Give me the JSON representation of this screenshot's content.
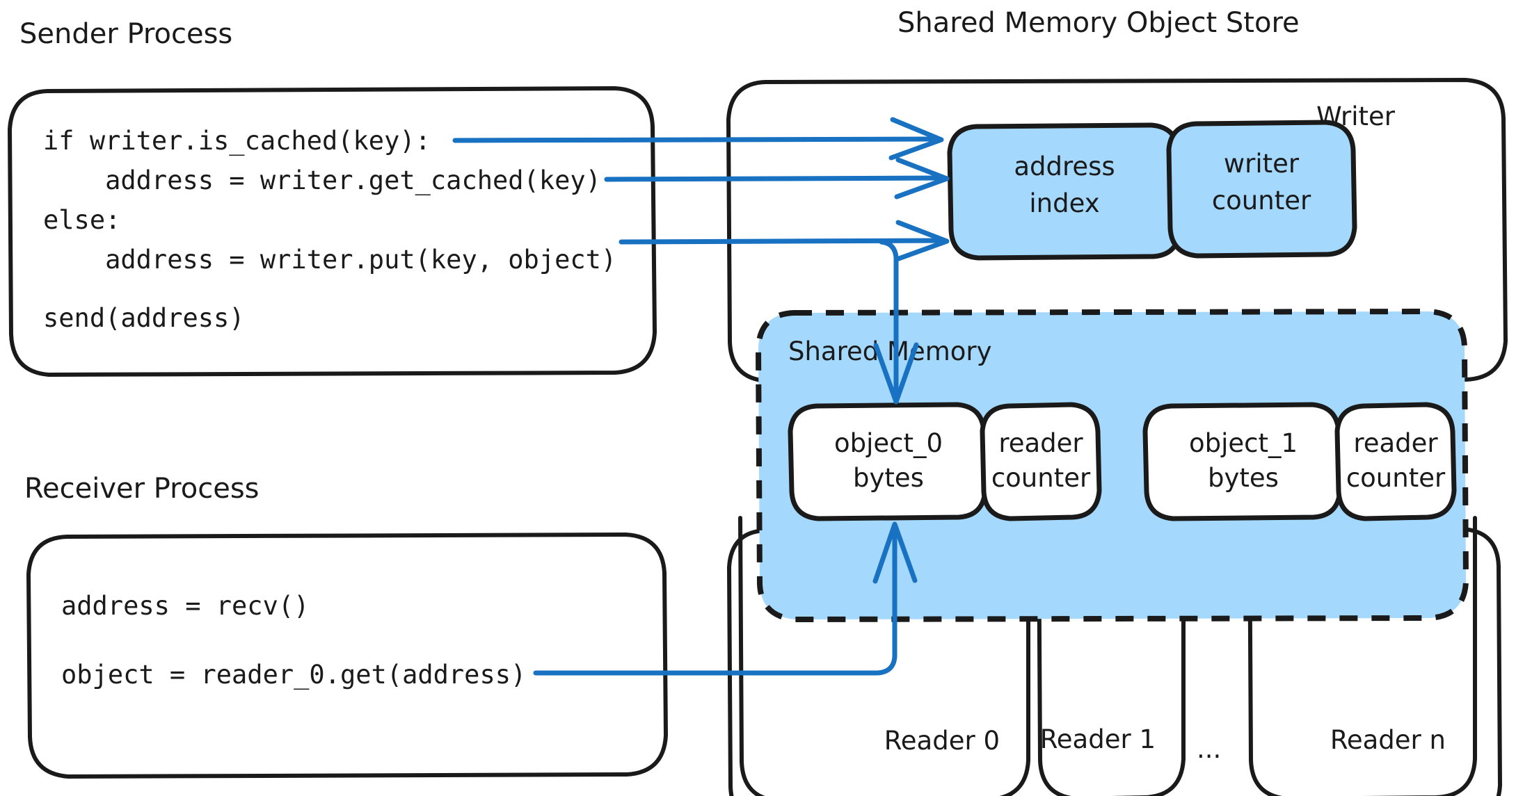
{
  "diagram": {
    "title_left": "Sender Process",
    "title_right": "Shared Memory Object Store",
    "receiver_title": "Receiver Process"
  },
  "sender": {
    "code_lines": [
      "if writer.is_cached(key):",
      "    address = writer.get_cached(key)",
      "else:",
      "    address = writer.put(key, object)",
      "",
      "send(address)"
    ]
  },
  "receiver": {
    "code_lines": [
      "address = recv()",
      "",
      "object = reader_0.get(address)"
    ]
  },
  "writer": {
    "label": "Writer",
    "blocks": [
      {
        "line1": "address",
        "line2": "index"
      },
      {
        "line1": "writer",
        "line2": "counter"
      }
    ]
  },
  "shared_memory": {
    "label": "Shared Memory",
    "slots": [
      {
        "object_line1": "object_0",
        "object_line2": "bytes",
        "counter_line1": "reader",
        "counter_line2": "counter"
      },
      {
        "object_line1": "object_1",
        "object_line2": "bytes",
        "counter_line1": "reader",
        "counter_line2": "counter"
      }
    ]
  },
  "readers": {
    "items": [
      "Reader 0",
      "Reader 1",
      "Reader n"
    ],
    "ellipsis": "..."
  },
  "colors": {
    "accent_blue": "#1971c2",
    "fill_blue": "#a5d8fd",
    "stroke": "#1a1a1a",
    "background": "#ffffff"
  }
}
